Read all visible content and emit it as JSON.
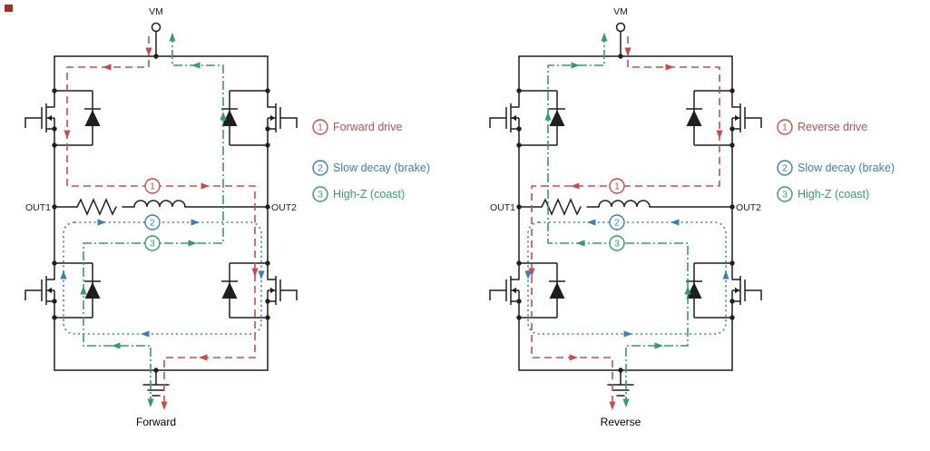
{
  "colors": {
    "circuit": "#1f1f1f",
    "drive": "#c0504d",
    "decay": "#3f7fad",
    "coast": "#3a9a6a",
    "marker": "#a03123",
    "background": "#ffffff"
  },
  "diagrams": [
    {
      "direction": "forward",
      "vm_label": "VM",
      "out1_label": "OUT1",
      "out2_label": "OUT2",
      "caption": "Forward",
      "legend": [
        {
          "num": "1",
          "label": "Forward drive",
          "color": "drive"
        },
        {
          "num": "2",
          "label": "Slow decay (brake)",
          "color": "decay"
        },
        {
          "num": "3",
          "label": "High-Z (coast)",
          "color": "coast"
        }
      ]
    },
    {
      "direction": "reverse",
      "vm_label": "VM",
      "out1_label": "OUT1",
      "out2_label": "OUT2",
      "caption": "Reverse",
      "legend": [
        {
          "num": "1",
          "label": "Reverse drive",
          "color": "drive"
        },
        {
          "num": "2",
          "label": "Slow decay (brake)",
          "color": "decay"
        },
        {
          "num": "3",
          "label": "High-Z (coast)",
          "color": "coast"
        }
      ]
    }
  ]
}
